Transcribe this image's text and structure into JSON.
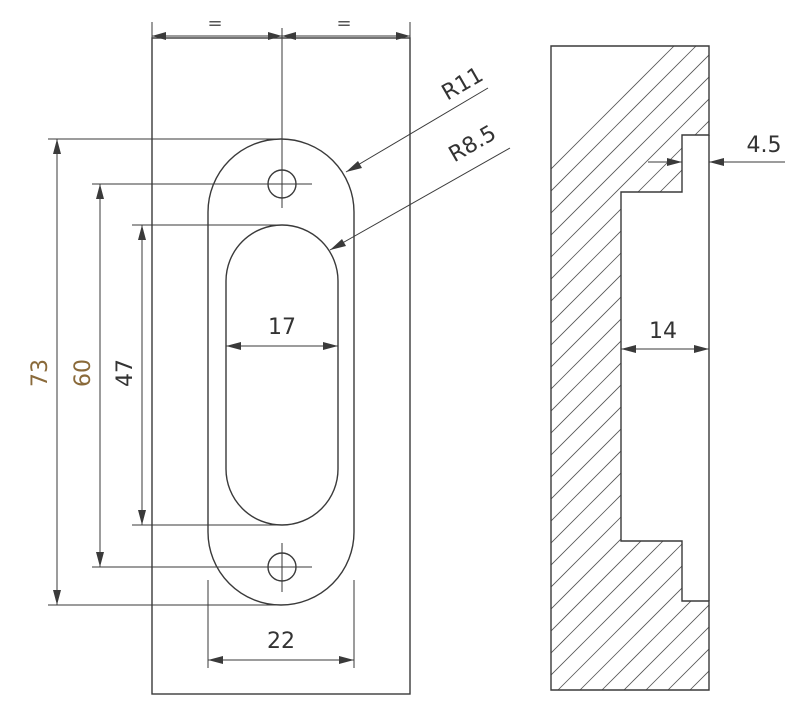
{
  "front_view": {
    "equal_mark_left": "=",
    "equal_mark_right": "=",
    "radius_outer": "R11",
    "radius_inner": "R8.5",
    "overall_length": "73",
    "hole_spacing": "60",
    "recess_length": "47",
    "recess_width": "17",
    "plate_width": "22"
  },
  "section_view": {
    "lip_depth": "4.5",
    "body_depth": "14"
  },
  "colors": {
    "line": "#3a3a3a",
    "dimension_text": "#333333",
    "accent_text": "#8a6a3a"
  }
}
